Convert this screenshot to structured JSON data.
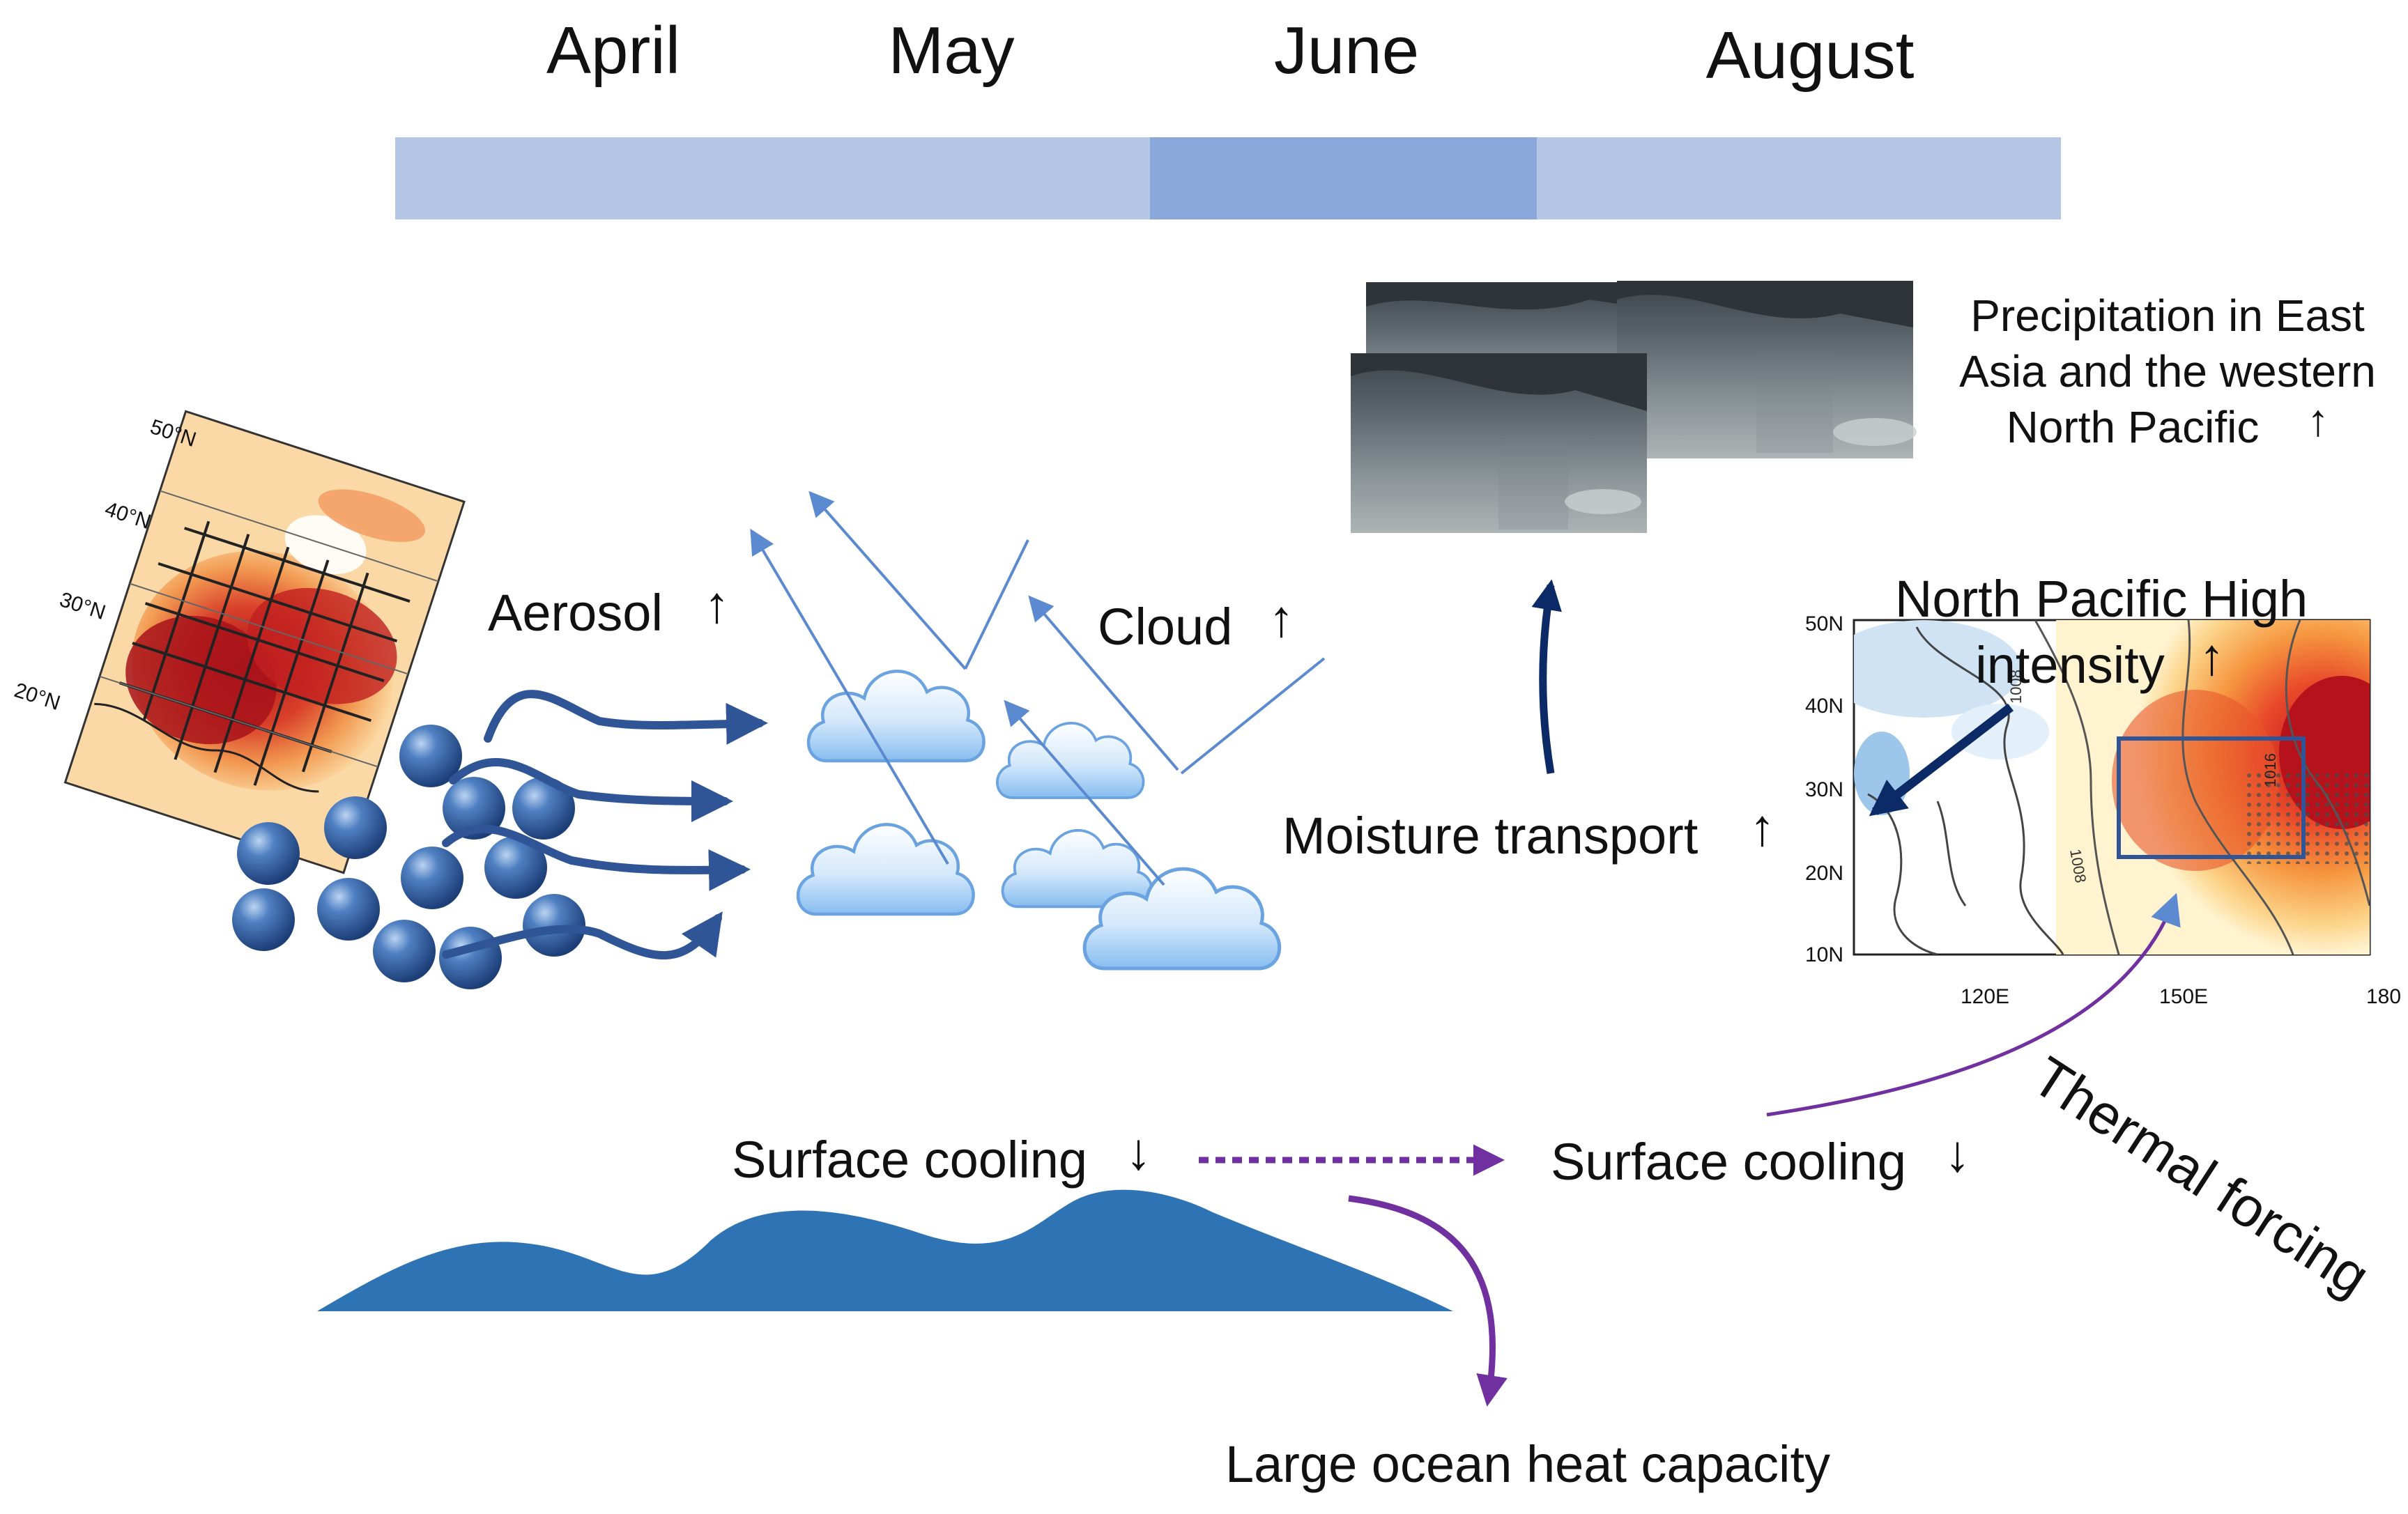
{
  "timeline": {
    "months": [
      "April",
      "May",
      "June",
      "August"
    ],
    "colors": {
      "base": "#b4c7e7",
      "highlight": "#8aa8da"
    }
  },
  "labels": {
    "aerosol": "Aerosol",
    "cloud": "Cloud",
    "precip_line1": "Precipitation in East",
    "precip_line2": "Asia and the western",
    "precip_line3": "North Pacific",
    "moisture": "Moisture transport",
    "nph_line1": "North Pacific High",
    "nph_line2": "intensity",
    "surface_cooling_left": "Surface cooling",
    "surface_cooling_right": "Surface cooling",
    "thermal": "Thermal forcing",
    "ocean": "Large ocean heat capacity",
    "up_arrow": "↑",
    "down_arrow": "↓"
  },
  "china_map": {
    "lat_labels": [
      "50°N",
      "40°N",
      "30°N",
      "20°N"
    ]
  },
  "pacific_map": {
    "lat_labels": [
      "50N",
      "40N",
      "30N",
      "20N",
      "10N"
    ],
    "lon_labels": [
      "120E",
      "150E",
      "180"
    ],
    "contour_labels": [
      "1008",
      "1016",
      "1008"
    ]
  },
  "colors": {
    "ocean": "#2e74b5",
    "aerosol_arrow": "#2f5597",
    "purple": "#7030a0",
    "navy": "#0b2a66",
    "sunray": "#5b8ad0"
  }
}
